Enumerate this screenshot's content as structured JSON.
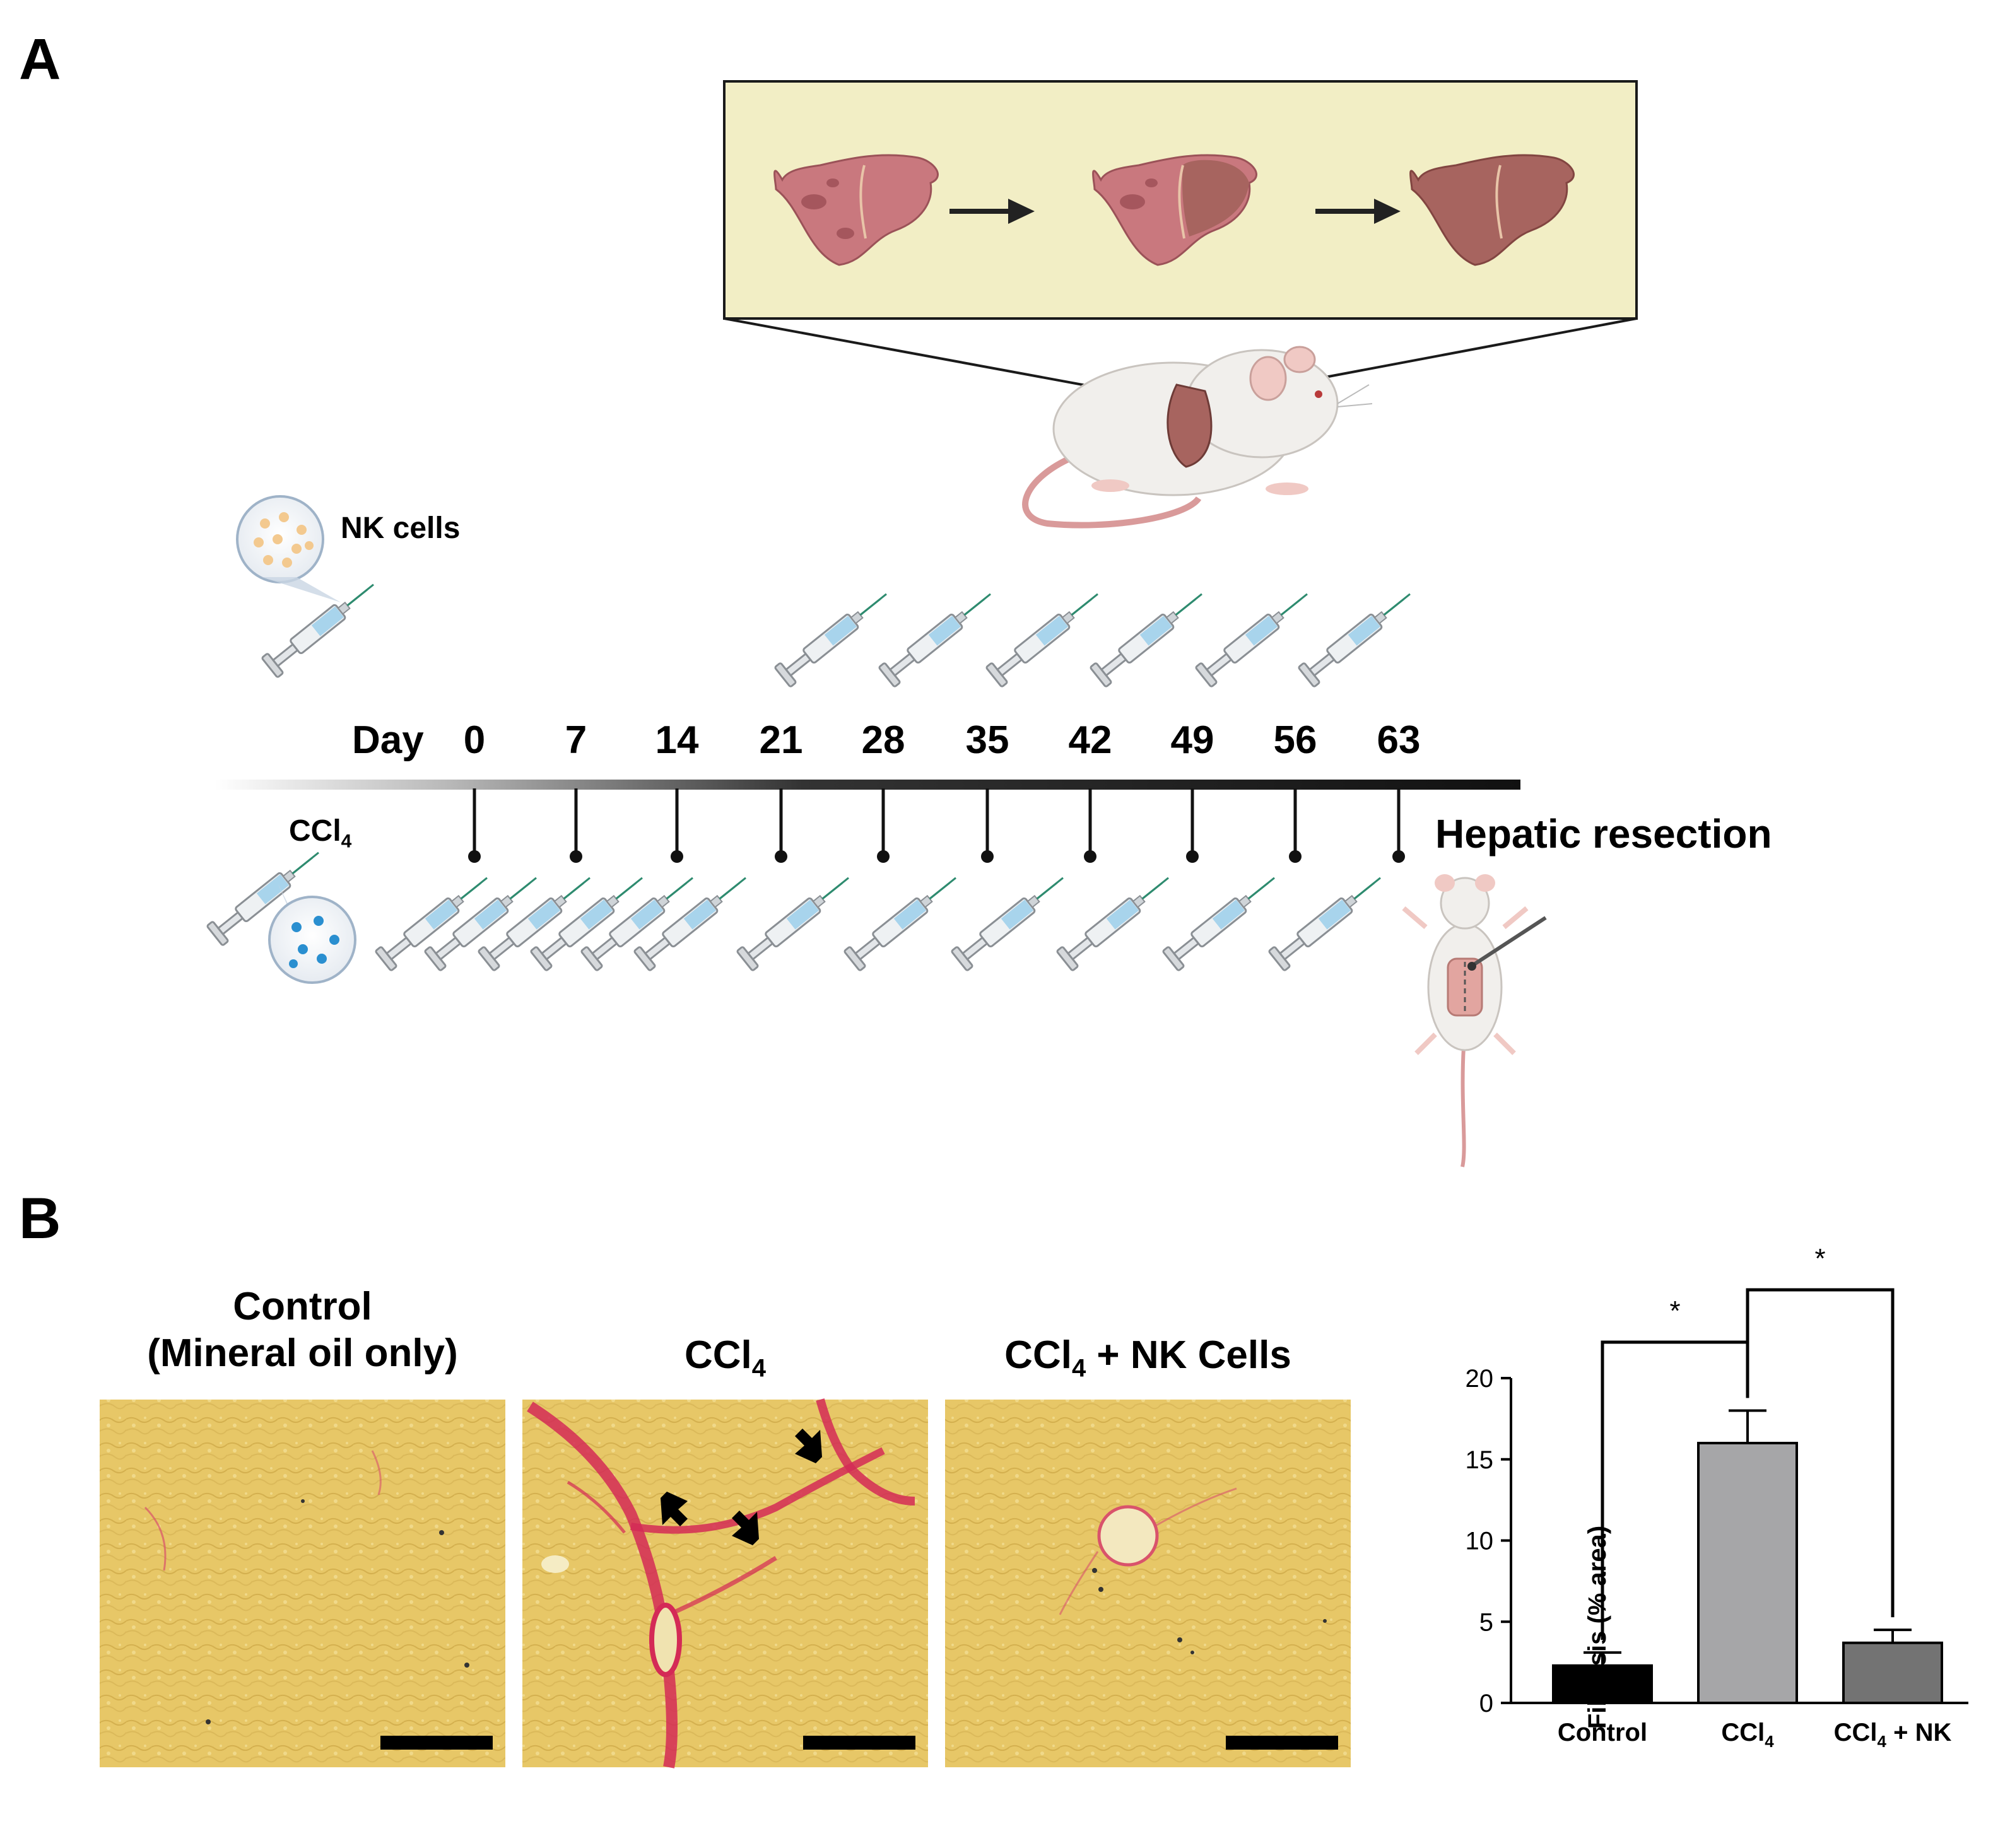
{
  "panel_a": {
    "letter": "A",
    "nk_label": "NK cells",
    "ccl4_label": "CCl",
    "ccl4_sub": "4",
    "day_label": "Day",
    "days": [
      "0",
      "7",
      "14",
      "21",
      "28",
      "35",
      "42",
      "49",
      "56",
      "63"
    ],
    "endpoint_label": "Hepatic resection"
  },
  "panel_b": {
    "letter": "B",
    "images": [
      {
        "title_line1": "Control",
        "title_line2": "(Mineral oil only)"
      },
      {
        "title_main": "CCl",
        "title_sub": "4",
        "title_rest": ""
      },
      {
        "title_main": "CCl",
        "title_sub": "4",
        "title_rest": " + NK Cells"
      }
    ]
  },
  "chart_data": {
    "type": "bar",
    "categories": [
      "Control",
      "CCl4",
      "CCl4 + NK"
    ],
    "category_labels": [
      {
        "main": "Control",
        "sub": "",
        "rest": ""
      },
      {
        "main": "CCl",
        "sub": "4",
        "rest": ""
      },
      {
        "main": "CCl",
        "sub": "4",
        "rest": " + NK"
      }
    ],
    "values": [
      2.3,
      16.0,
      3.7
    ],
    "errors": [
      0.8,
      2.0,
      0.8
    ],
    "bar_colors": [
      "#000000",
      "#a6a6a8",
      "#737373"
    ],
    "ylabel": "Fibrosis (% area)",
    "ylim": [
      0,
      20
    ],
    "yticks": [
      "0",
      "5",
      "10",
      "15",
      "20"
    ],
    "significance": [
      {
        "from": "Control",
        "to": "CCl4",
        "label": "*"
      },
      {
        "from": "CCl4",
        "to": "CCl4 + NK",
        "label": "*"
      }
    ]
  }
}
